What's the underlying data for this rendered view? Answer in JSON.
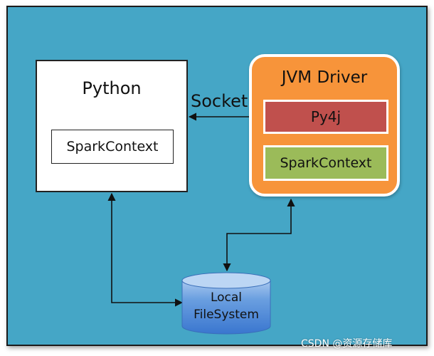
{
  "diagram": {
    "python": {
      "title": "Python",
      "inner": "SparkContext"
    },
    "jvm": {
      "title": "JVM Driver",
      "py4j": "Py4j",
      "inner": "SparkContext"
    },
    "socket_label": "Socket",
    "storage": {
      "line1": "Local",
      "line2": "FileSystem"
    }
  },
  "watermark": "CSDN @资源存储库",
  "colors": {
    "background": "#45a6c6",
    "jvm_box": "#f7943a",
    "py4j": "#c0504d",
    "spark_context_jvm": "#9bbb59",
    "storage": "#5b9bd5"
  }
}
